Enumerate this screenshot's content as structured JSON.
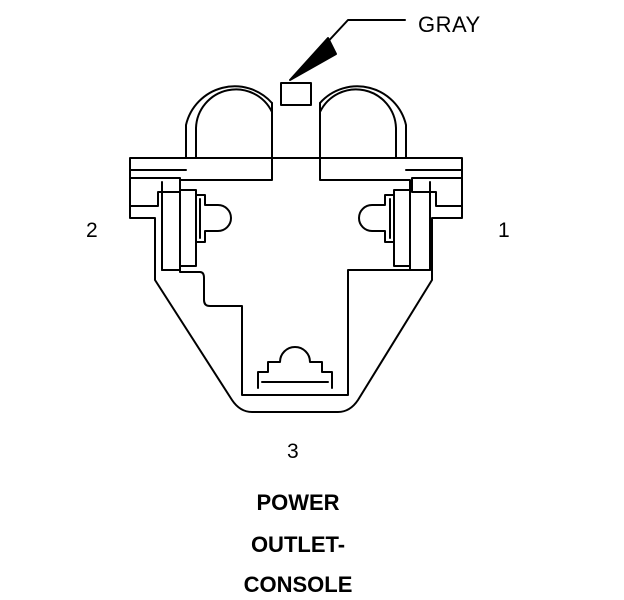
{
  "wire_color_label": "GRAY",
  "pins": {
    "pin1": "1",
    "pin2": "2",
    "pin3": "3"
  },
  "caption": {
    "line1": "POWER",
    "line2": "OUTLET-",
    "line3": "CONSOLE"
  },
  "colors": {
    "ink": "#000000",
    "background": "#ffffff"
  }
}
